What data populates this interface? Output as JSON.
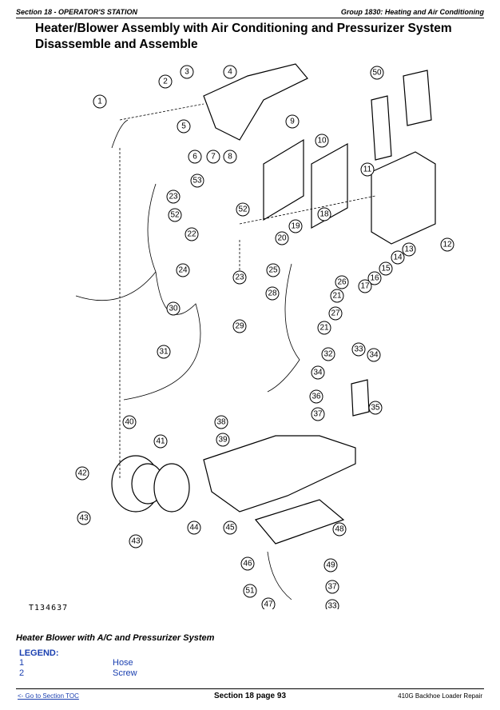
{
  "header": {
    "section": "Section 18 - OPERATOR'S STATION",
    "group": "Group 1830: Heating and Air Conditioning"
  },
  "title": "Heater/Blower Assembly with Air Conditioning and Pressurizer System Disassemble and Assemble",
  "figure": {
    "id": "T134637",
    "callouts": [
      "1",
      "2",
      "3",
      "4",
      "5",
      "6",
      "7",
      "8",
      "9",
      "10",
      "11",
      "12",
      "13",
      "14",
      "15",
      "16",
      "17",
      "18",
      "19",
      "20",
      "21",
      "22",
      "23",
      "24",
      "25",
      "26",
      "27",
      "28",
      "29",
      "30",
      "31",
      "32",
      "33",
      "34",
      "35",
      "36",
      "37",
      "38",
      "39",
      "40",
      "41",
      "42",
      "43",
      "44",
      "45",
      "46",
      "47",
      "48",
      "49",
      "50",
      "51",
      "52",
      "53"
    ]
  },
  "caption": "Heater Blower with A/C and Pressurizer System",
  "legend": {
    "title": "LEGEND:",
    "items": [
      {
        "num": "1",
        "label": "Hose"
      },
      {
        "num": "2",
        "label": "Screw"
      }
    ]
  },
  "footer": {
    "toc_link": "<- Go to Section TOC",
    "page": "Section 18 page 93",
    "doc": "410G Backhoe Loader Repair"
  }
}
